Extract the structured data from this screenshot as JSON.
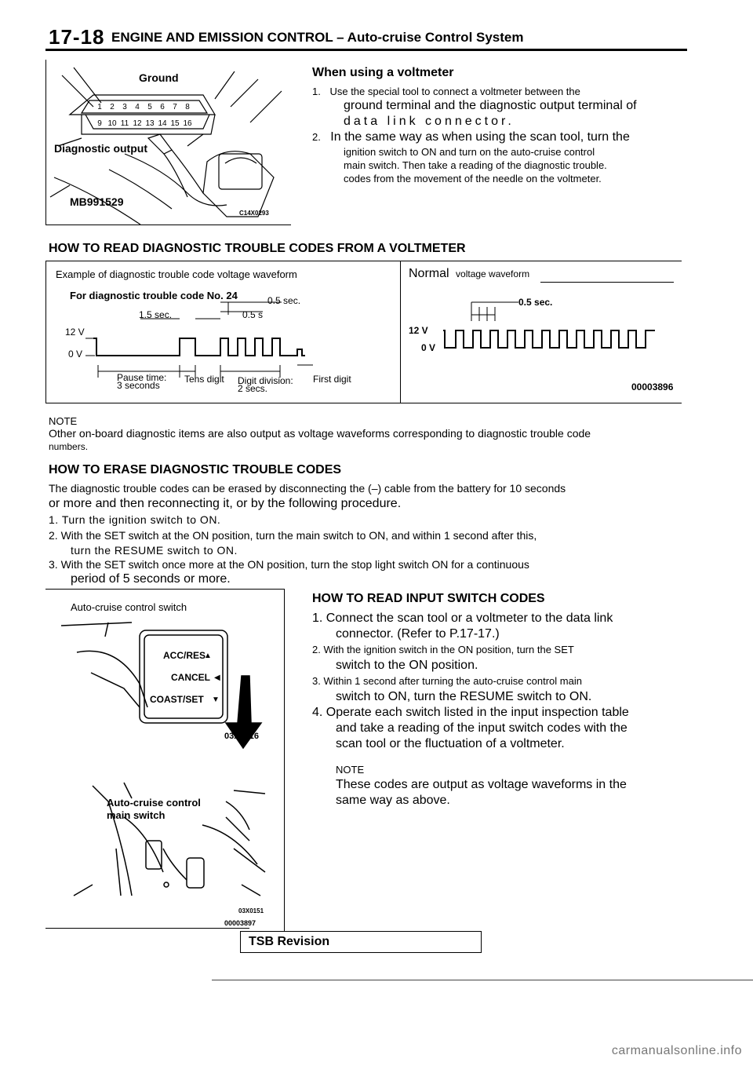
{
  "header": {
    "page_number": "17-18",
    "title": "ENGINE AND EMISSION CONTROL – Auto-cruise Control System"
  },
  "figure1": {
    "label_ground": "Ground",
    "label_diag_output": "Diagnostic output",
    "label_tool": "MB991529",
    "code": "C14X0293",
    "pins_top": [
      "1",
      "2",
      "3",
      "4",
      "5",
      "6",
      "7",
      "8"
    ],
    "pins_bottom": [
      "9",
      "10",
      "11",
      "12",
      "13",
      "14",
      "15",
      "16"
    ]
  },
  "voltmeter": {
    "heading": "When using a voltmeter",
    "step1_num": "1.",
    "step1_a": "Use the special tool to connect a voltmeter between the",
    "step1_b": "ground terminal and the diagnostic output terminal of",
    "step1_c": "data link connector.",
    "step2_num": "2.",
    "step2_a": "In the same way as when using the scan tool, turn the",
    "step2_b": "ignition switch to ON and turn on the auto-cruise control",
    "step2_c": "main switch. Then take a reading of the diagnostic trouble.",
    "step2_d": "codes from the movement of the needle on the voltmeter."
  },
  "read_dtc": {
    "heading": "HOW TO READ DIAGNOSTIC TROUBLE CODES FROM A VOLTMETER",
    "example_title": "Example of diagnostic trouble code voltage waveform",
    "normal_title_a": "Normal",
    "normal_title_b": "voltage waveform",
    "code_label": "For diagnostic trouble code No. 24",
    "t15": "1.5 sec.",
    "t05a": "0.5 s",
    "t05b": "0.5 sec.",
    "t05c": "0.5 sec.",
    "v12": "12 V",
    "v0": "0 V",
    "v12b": "12 V",
    "v0b": "0 V",
    "pause": "Pause time:",
    "pause2": "3 seconds",
    "tens": "Tens digit",
    "division": "Digit division:",
    "division2": "2 secs.",
    "first": "First digit",
    "code": "00003896"
  },
  "note1": {
    "title": "NOTE",
    "line1": "Other on-board diagnostic items are also output as voltage waveforms corresponding to diagnostic trouble code",
    "line2": "numbers."
  },
  "erase": {
    "heading": "HOW TO ERASE DIAGNOSTIC TROUBLE CODES",
    "para1_a": "The diagnostic trouble codes can be erased by disconnecting the (–) cable from the battery for 10 seconds",
    "para1_b": "or more and then reconnecting it, or by the following procedure.",
    "step1": "1. Turn the ignition switch to ON.",
    "step2_a": "2. With the SET switch at the ON position, turn the main switch to ON, and within 1 second after this,",
    "step2_b": "turn the RESUME switch to ON.",
    "step3_a": "3. With the SET switch once more at the ON position, turn the stop light switch ON for a continuous",
    "step3_b": "period of 5 seconds or more."
  },
  "figure3": {
    "caption": "Auto-cruise control switch",
    "acc": "ACC/RES",
    "cancel": "CANCEL",
    "coast": "COAST/SET",
    "code1": "03X0016",
    "main_label1": "Auto-cruise control",
    "main_label2": "main switch",
    "code2": "03X0151",
    "code3": "00003897"
  },
  "input_codes": {
    "heading": "HOW TO READ INPUT SWITCH CODES",
    "s1_a": "1. Connect the scan tool or a voltmeter to the data link",
    "s1_b": "connector. (Refer to P.17-17.)",
    "s2_a": "2. With the ignition switch in the ON position, turn the SET",
    "s2_b": "switch to the ON position.",
    "s3_a": "3. Within 1 second after turning the auto-cruise control main",
    "s3_b": "switch to ON, turn the RESUME switch to ON.",
    "s4_a": "4. Operate each switch listed in the input inspection table",
    "s4_b": "and take a reading of the input switch codes with the",
    "s4_c": "scan tool or the fluctuation of a voltmeter.",
    "note_title": "NOTE",
    "note_a": "These codes are output as voltage waveforms in the",
    "note_b": "same way as above."
  },
  "footer": {
    "tsb": "TSB Revision",
    "watermark": "carmanualsonline.info"
  }
}
